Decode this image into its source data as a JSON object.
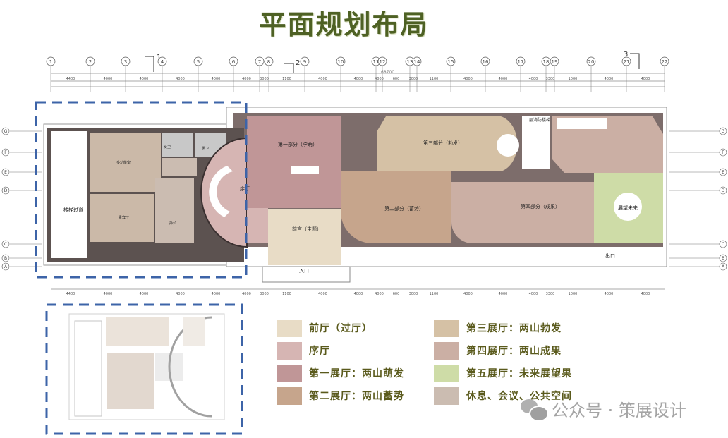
{
  "title": "平面规划布局",
  "axes": {
    "columns": [
      "1",
      "2",
      "3",
      "4",
      "5",
      "6",
      "7",
      "8",
      "9",
      "10",
      "11",
      "12",
      "13",
      "14",
      "15",
      "16",
      "17",
      "18",
      "19",
      "20",
      "21",
      "22"
    ],
    "rows": [
      "G",
      "F",
      "E",
      "D",
      "C",
      "B",
      "A"
    ],
    "sections": [
      "1",
      "2",
      "3"
    ],
    "total_dimension": "68700",
    "spans": [
      "4400",
      "4000",
      "4000",
      "4000",
      "4000",
      "4000",
      "3000",
      "1100",
      "4000",
      "4000",
      "4000",
      "600",
      "3000",
      "1100",
      "4000",
      "4000",
      "4000",
      "3300",
      "1000",
      "4000",
      "4000",
      "4000"
    ]
  },
  "plan": {
    "rooms": {
      "stair_corridor": "楼梯过道",
      "multi_room": "多功能室",
      "vip_room": "贵宾厅",
      "office": "办公",
      "wc1": "女卫",
      "wc2": "男卫",
      "prelude": "序厅",
      "part1": "第一部分（孕萌）",
      "part2": "第二部分（蓄势）",
      "part3": "第三部分（勃发）",
      "part4": "第四部分（成果）",
      "preface": "前言（主题）",
      "fire_stair": "二层消防楼梯",
      "future": "展望未来",
      "entrance": "入口",
      "exit": "出口"
    }
  },
  "legend": [
    {
      "label": "前厅（过厅）",
      "color": "#e8dcc6"
    },
    {
      "label": "序厅",
      "color": "#d6b5b3"
    },
    {
      "label": "第一展厅：两山萌发",
      "color": "#c09697"
    },
    {
      "label": "第二展厅：两山蓄势",
      "color": "#c6a58c"
    },
    {
      "label": "第三展厅：两山勃发",
      "color": "#d5c1a5"
    },
    {
      "label": "第四展厅：两山成果",
      "color": "#cbafa4"
    },
    {
      "label": "第五展厅：未来展望果",
      "color": "#cedca7"
    },
    {
      "label": "休息、会议、公共空间",
      "color": "#cbbcb1"
    }
  ],
  "watermark": "公众号 · 策展设计"
}
